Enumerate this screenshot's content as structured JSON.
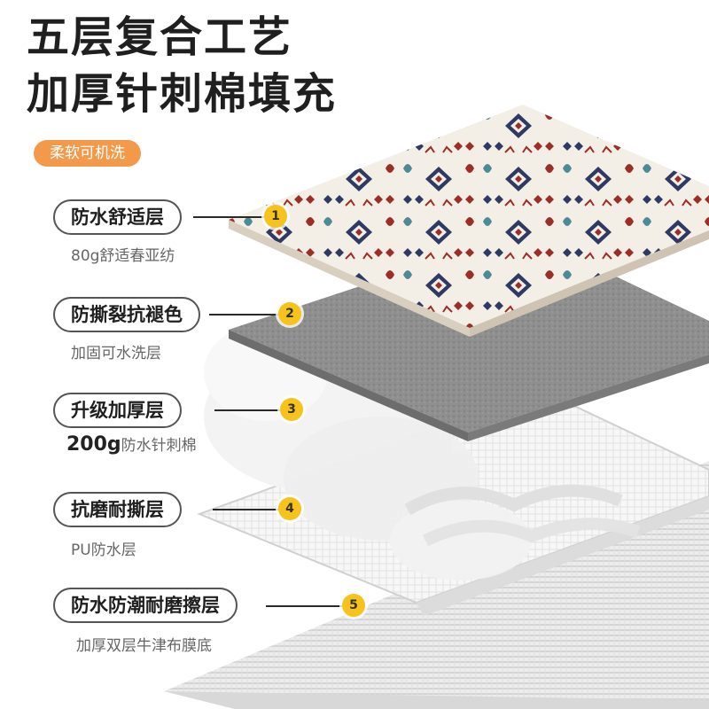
{
  "header": {
    "title_line1": "五层复合工艺",
    "title_line2": "加厚针刺棉填充",
    "tag": "柔软可机洗"
  },
  "layers": [
    {
      "number": "1",
      "label": "防水舒适层",
      "sub": "80g舒适春亚纺"
    },
    {
      "number": "2",
      "label": "防撕裂抗褪色",
      "sub": "加固可水洗层"
    },
    {
      "number": "3",
      "label": "升级加厚层",
      "sub_strong": "200g",
      "sub": "防水针刺棉"
    },
    {
      "number": "4",
      "label": "抗磨耐撕层",
      "sub": "PU防水层"
    },
    {
      "number": "5",
      "label": "防水防潮耐磨擦层",
      "sub": "加厚双层牛津布膜底"
    }
  ],
  "colors": {
    "accent": "#f29a4a",
    "marker": "#f6c21c",
    "pattern_navy": "#2e3a63",
    "pattern_red": "#9c2e27",
    "pattern_teal": "#4d8a96",
    "top_layer_bg": "#f2ede4",
    "gray_layer": "#8e8e8e"
  }
}
